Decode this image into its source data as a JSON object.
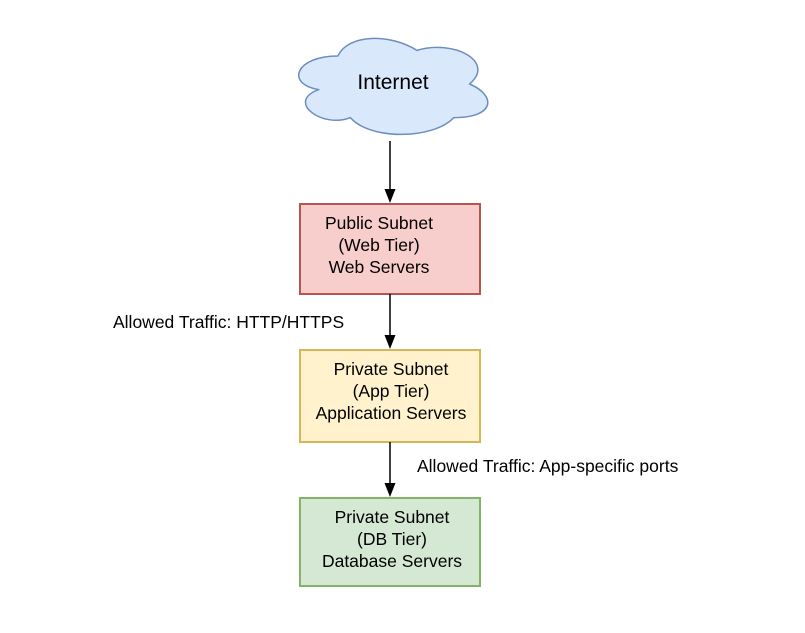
{
  "nodes": {
    "internet": {
      "label": "Internet",
      "shape": "cloud",
      "fill": "#dae8fc",
      "stroke": "#6c8ebf"
    },
    "web_tier": {
      "lines": [
        "Public Subnet",
        "(Web Tier)",
        "Web Servers"
      ],
      "fill": "#f8cecc",
      "stroke": "#b85450"
    },
    "app_tier": {
      "lines": [
        "Private Subnet",
        "(App Tier)",
        "Application Servers"
      ],
      "fill": "#fff2cc",
      "stroke": "#d6b656"
    },
    "db_tier": {
      "lines": [
        "Private Subnet",
        "(DB Tier)",
        "Database Servers"
      ],
      "fill": "#d5e8d4",
      "stroke": "#82b366"
    }
  },
  "edges": [
    {
      "from": "internet",
      "to": "web_tier",
      "label": null
    },
    {
      "from": "web_tier",
      "to": "app_tier",
      "label": "Allowed Traffic: HTTP/HTTPS"
    },
    {
      "from": "app_tier",
      "to": "db_tier",
      "label": "Allowed Traffic: App-specific ports"
    }
  ],
  "colors": {
    "background": "#ffffff",
    "arrow": "#000000",
    "text": "#000000"
  }
}
